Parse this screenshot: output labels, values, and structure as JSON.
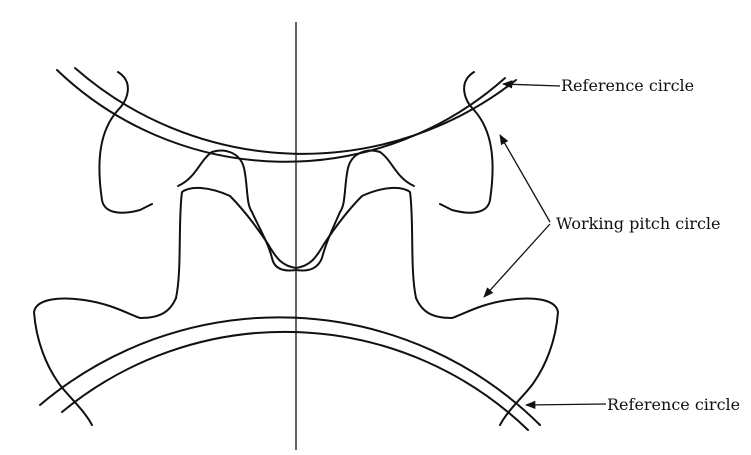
{
  "labels": {
    "top_reference": "Reference circle",
    "working_pitch": "Working pitch circle",
    "bottom_reference": "Reference circle"
  },
  "colors": {
    "ink": "#111111",
    "background": "#ffffff"
  }
}
